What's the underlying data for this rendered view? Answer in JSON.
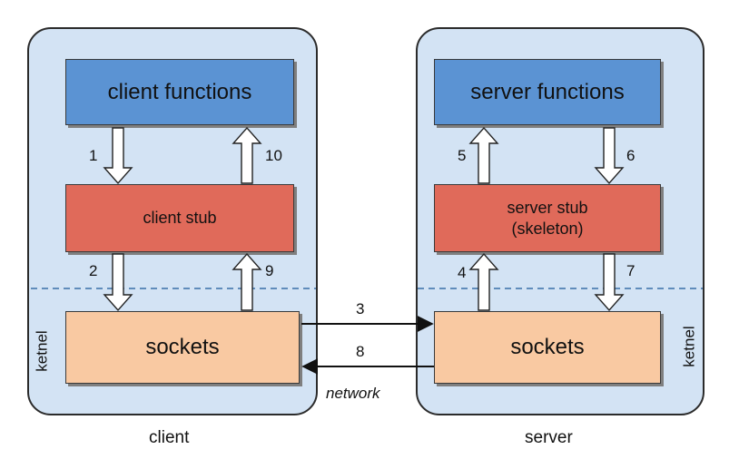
{
  "client": {
    "caption": "client",
    "functions_label": "client functions",
    "stub_label": "client stub",
    "sockets_label": "sockets",
    "kernel_label": "ketnel"
  },
  "server": {
    "caption": "server",
    "functions_label": "server functions",
    "stub_line1": "server stub",
    "stub_line2": "(skeleton)",
    "sockets_label": "sockets",
    "kernel_label": "ketnel"
  },
  "network_label": "network",
  "steps": [
    "1",
    "2",
    "3",
    "4",
    "5",
    "6",
    "7",
    "8",
    "9",
    "10"
  ],
  "colors": {
    "panel": "#d3e3f4",
    "functions": "#5b93d3",
    "stub": "#e06a5a",
    "sockets": "#f9c9a2",
    "dashed_line": "#3b6fa8"
  }
}
